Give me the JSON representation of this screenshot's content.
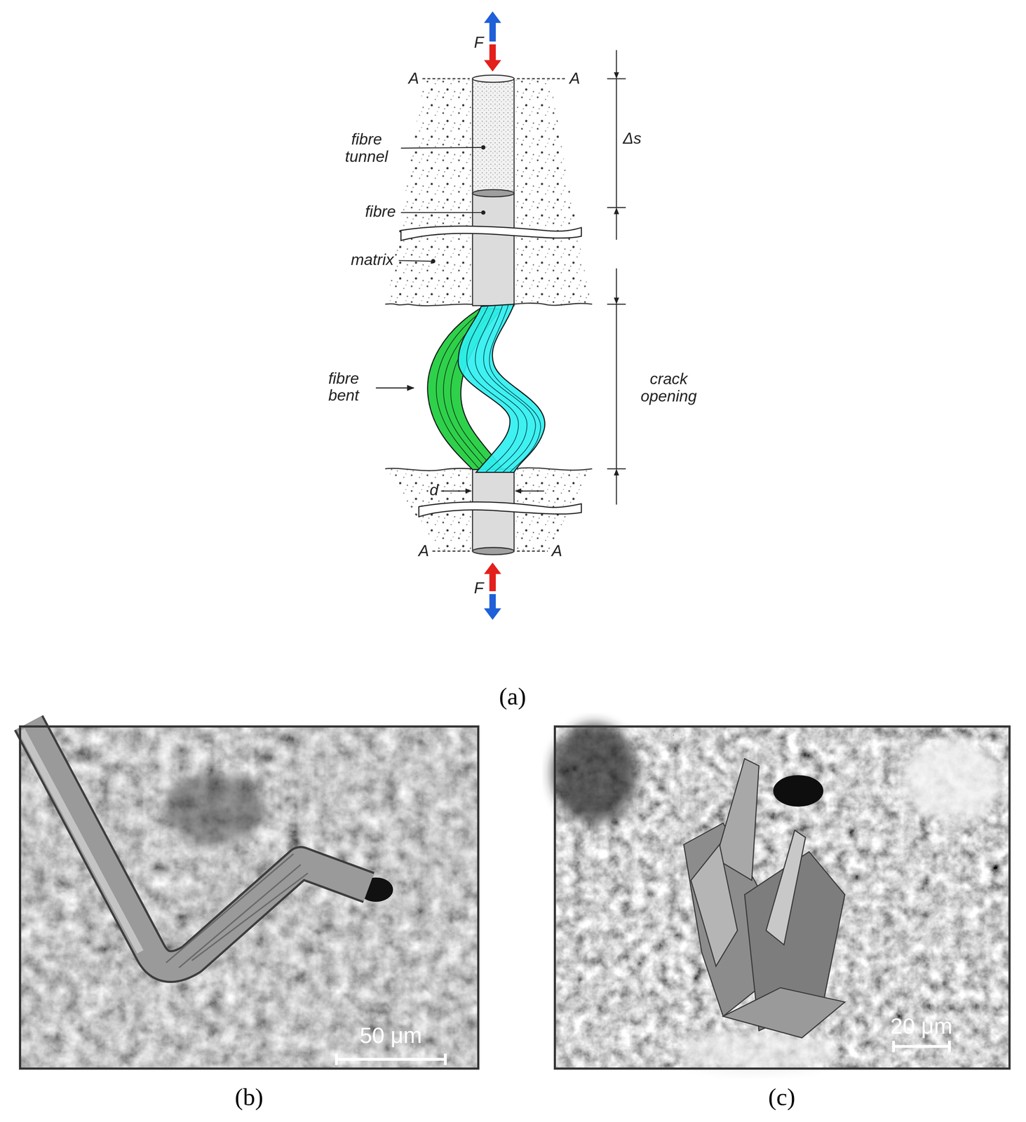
{
  "diagram": {
    "labels": [
      "F",
      "A",
      "A",
      "Δs",
      "fibre tunnel",
      "fibre",
      "matrix",
      "fibre bent",
      "crack opening",
      "d",
      "A",
      "A",
      "F",
      "(a)",
      "50 μm",
      "(b)",
      "20 μm",
      "(c)"
    ]
  }
}
